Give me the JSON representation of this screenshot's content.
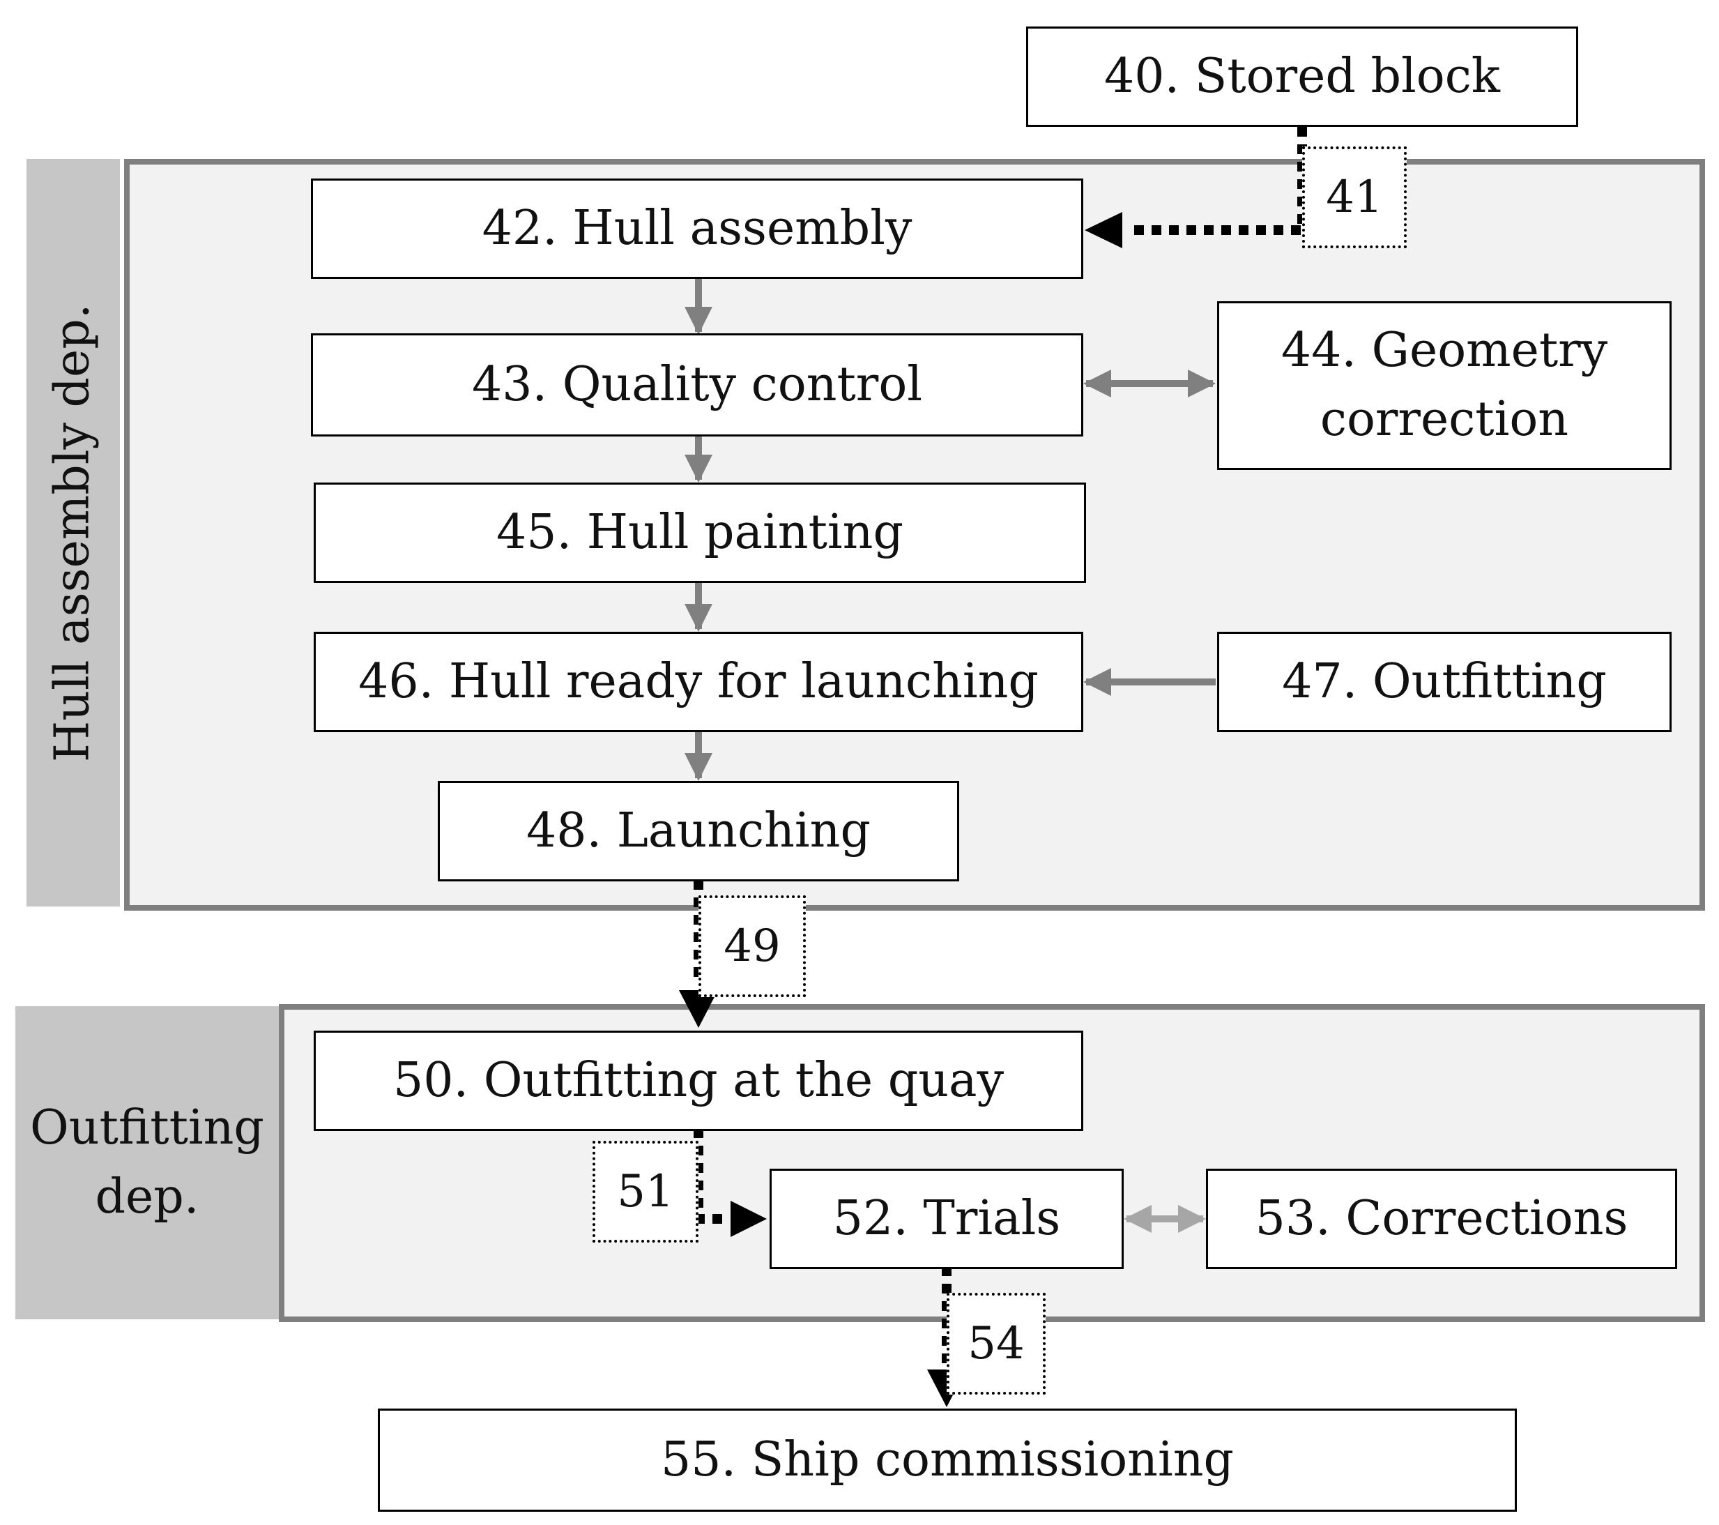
{
  "departments": {
    "hull": {
      "label": "Hull assembly dep."
    },
    "outfitting": {
      "label_line1": "Outfitting",
      "label_line2": "dep."
    }
  },
  "nodes": {
    "n40": "40. Stored block",
    "n42": "42. Hull assembly",
    "n43": "43. Quality control",
    "n44_line1": "44. Geometry",
    "n44_line2": "correction",
    "n45": "45. Hull painting",
    "n46": "46. Hull ready for launching",
    "n47": "47. Outfitting",
    "n48": "48. Launching",
    "n50": "50. Outfitting at the quay",
    "n52": "52. Trials",
    "n53": "53. Corrections",
    "n55": "55. Ship commissioning"
  },
  "transfers": {
    "t41": "41",
    "t49": "49",
    "t51": "51",
    "t54": "54"
  },
  "colors": {
    "panel_fill": "#f2f2f2",
    "panel_border": "#7f7f7f",
    "label_fill": "#c6c6c6",
    "internal_arrow": "#808080",
    "light_arrow": "#a6a6a6",
    "transfer_arrow": "#000000"
  }
}
